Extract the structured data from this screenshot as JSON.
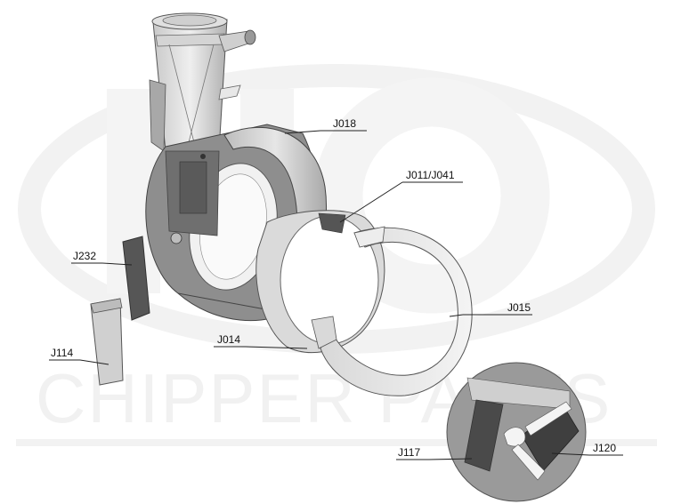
{
  "watermark": {
    "brand_line": "CHIPPER PARTS"
  },
  "callouts": [
    {
      "id": "J018",
      "label": "J018"
    },
    {
      "id": "J011",
      "label": "J011/J041"
    },
    {
      "id": "J232",
      "label": "J232"
    },
    {
      "id": "J015",
      "label": "J015"
    },
    {
      "id": "J014",
      "label": "J014"
    },
    {
      "id": "J114",
      "label": "J114"
    },
    {
      "id": "J117",
      "label": "J117"
    },
    {
      "id": "J120",
      "label": "J120"
    }
  ]
}
